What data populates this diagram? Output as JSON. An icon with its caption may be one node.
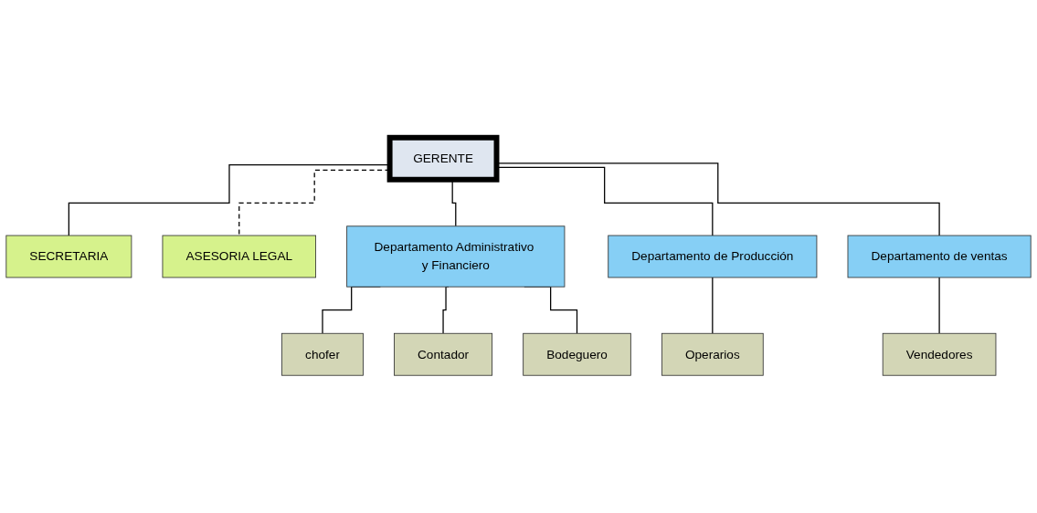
{
  "diagram": {
    "nodes": [
      {
        "text": [
          "GERENTE"
        ]
      },
      {
        "text": [
          "SECRETARIA"
        ]
      },
      {
        "text": [
          "ASESORIA LEGAL"
        ]
      },
      {
        "text": [
          "Departamento Administrativo y Financiero"
        ]
      },
      {
        "text": [
          "Departamento de Producción"
        ]
      },
      {
        "text": [
          "Departamento de ventas"
        ]
      },
      {
        "text": [
          "chofer"
        ]
      },
      {
        "text": [
          "Contador"
        ]
      },
      {
        "text": [
          "Bodeguero"
        ]
      },
      {
        "text": [
          "Operarios"
        ]
      },
      {
        "text": [
          "Vendedores"
        ]
      }
    ],
    "edges": [
      {
        "from": 0,
        "to": 1,
        "arrow": "none"
      },
      {
        "from": 0,
        "to": 2,
        "arrow": "none",
        "style": "dashed"
      },
      {
        "from": 0,
        "to": 3,
        "arrow": "none"
      },
      {
        "from": 0,
        "to": 4,
        "arrow": "none"
      },
      {
        "from": 0,
        "to": 5,
        "arrow": "none"
      },
      {
        "from": 3,
        "to": 6,
        "arrow": "none"
      },
      {
        "from": 3,
        "to": 7,
        "arrow": "none"
      },
      {
        "from": 3,
        "to": 8,
        "arrow": "none"
      },
      {
        "from": 4,
        "to": 9,
        "arrow": "none"
      },
      {
        "from": 5,
        "to": 10,
        "arrow": "none"
      }
    ]
  }
}
